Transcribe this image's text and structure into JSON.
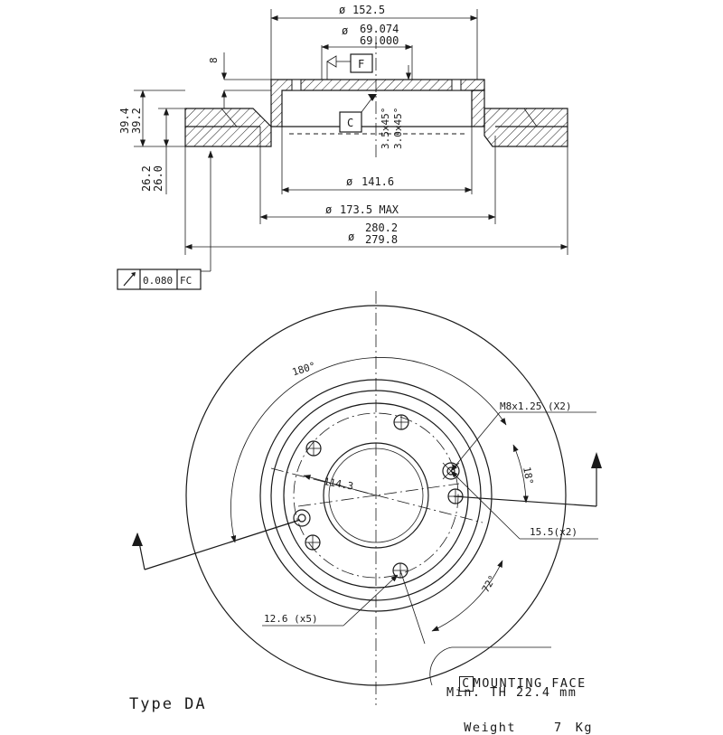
{
  "top_view": {
    "dim_outer_hat": "152.5",
    "dim_bore_max": "69.074",
    "dim_bore_min": "69.000",
    "datum_f": "F",
    "datum_c": "C",
    "dim_hat_thickness": "8",
    "dim_height_max": "39.4",
    "dim_height_min": "39.2",
    "dim_chamfer_a": "3.5x45°",
    "dim_chamfer_b": "3.0x45°",
    "dim_141": "141.6",
    "dim_173": "173.5 MAX",
    "dim_280_max": "280.2",
    "dim_280_min": "279.8",
    "dim_thk_max": "26.2",
    "dim_thk_min": "26.0",
    "diameter_symbol": "ø",
    "runout_value": "0.080",
    "runout_ref": "FC"
  },
  "front_view": {
    "angle_180": "180°",
    "thread_label": "M8x1.25 (X2)",
    "angle_18": "18°",
    "pcd_label": "114.3",
    "hole_155": "15.5(x2)",
    "angle_72": "72°",
    "hole_126": "12.6 (x5)"
  },
  "info": {
    "c_box": "C",
    "mounting_face": "MOUNTING FACE",
    "min_thickness": "Min. TH 22.4 mm",
    "weight_label": "Weight",
    "weight_value": "7",
    "weight_unit": "Kg",
    "type_label": "Type DA"
  }
}
